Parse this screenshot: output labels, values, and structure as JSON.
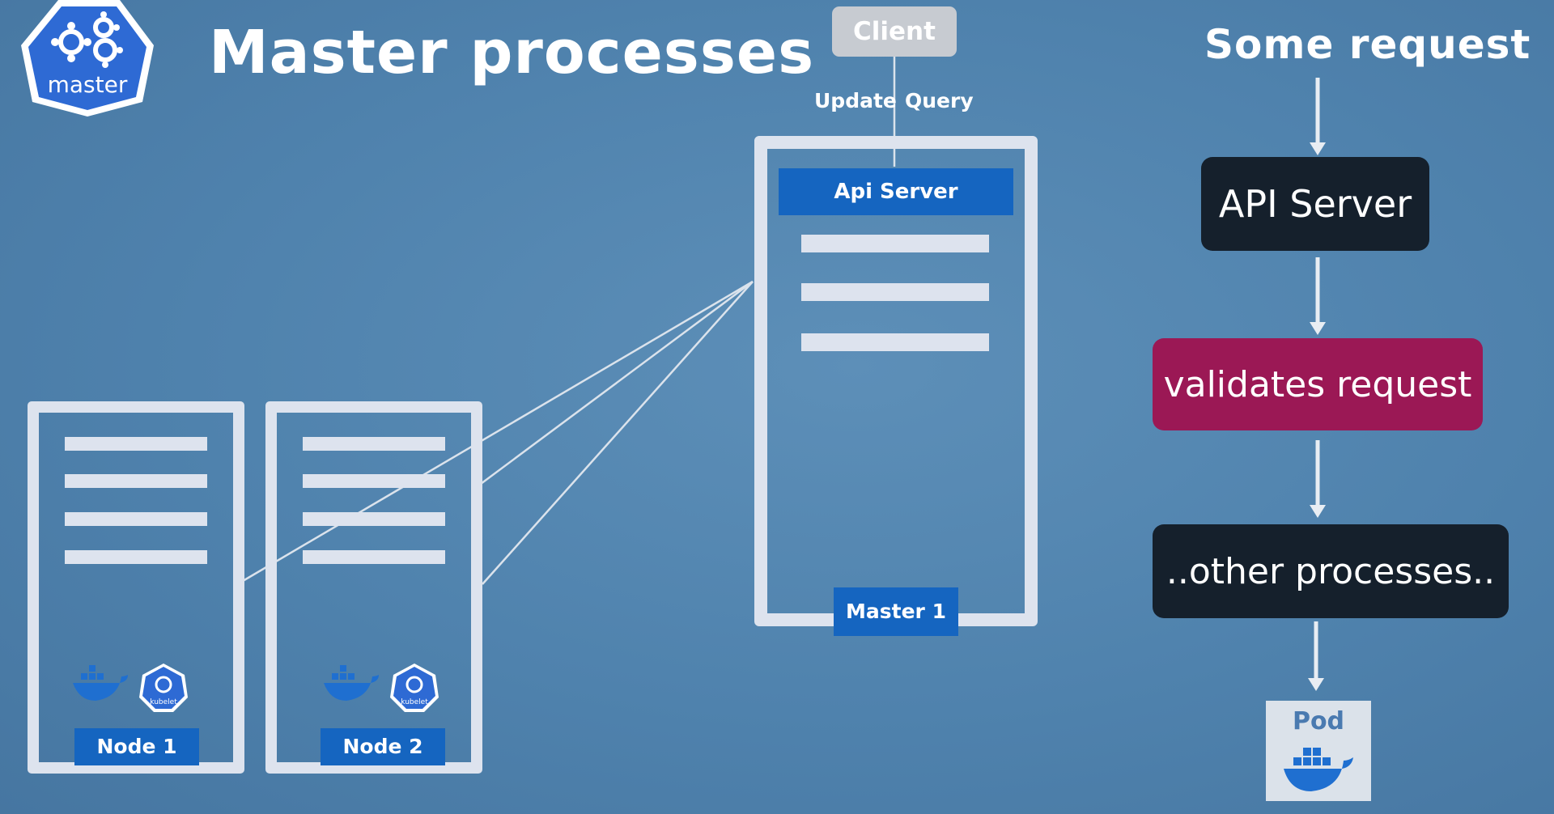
{
  "logo": {
    "label": "master",
    "icon": "kubernetes-wheel-icon"
  },
  "title": "Master processes",
  "client": {
    "label": "Client",
    "update_label": "Update",
    "query_label": "Query"
  },
  "master_node": {
    "api_label": "Api Server",
    "name": "Master 1"
  },
  "nodes": [
    {
      "name": "Node 1",
      "container_icon": "docker-whale-icon",
      "agent_icon": "kubelet-icon",
      "agent_label": "kubelet"
    },
    {
      "name": "Node 2",
      "container_icon": "docker-whale-icon",
      "agent_icon": "kubelet-icon",
      "agent_label": "kubelet"
    }
  ],
  "flow": {
    "title": "Some request",
    "steps": [
      "API Server",
      "validates request",
      "..other processes.."
    ],
    "pod_label": "Pod"
  },
  "colors": {
    "background": "#5185b0",
    "api_blue": "#1565c0",
    "panel_border": "#dde3ee",
    "dark_box": "#15202c",
    "validate_box": "#9b1855",
    "client_box": "#c7cbd1"
  }
}
